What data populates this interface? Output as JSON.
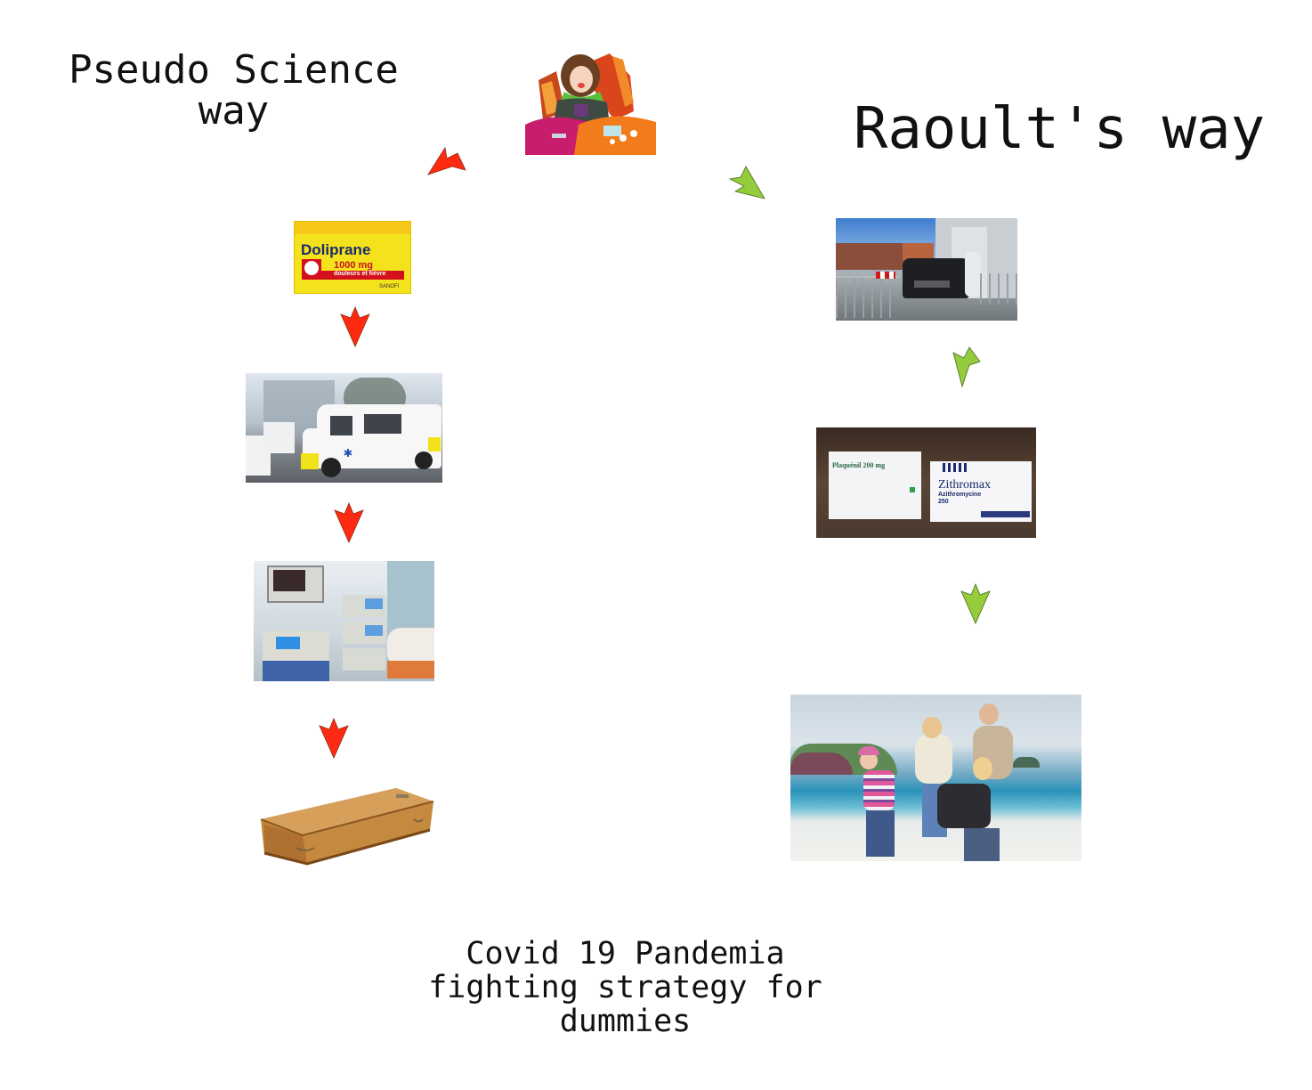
{
  "titles": {
    "left": "Pseudo Science\nway",
    "right": "Raoult's way",
    "bottom": "Covid 19  Pandemia\nfighting strategy for\ndummies"
  },
  "colors": {
    "red_arrow": "#ff2a12",
    "green_arrow": "#94cc3c",
    "arrow_outline": "#5a3a10"
  },
  "start_node": {
    "image": "sick-person-in-bed-illustration"
  },
  "left_path": {
    "color_name": "red",
    "steps": [
      {
        "image": "doliprane-box",
        "label_brand": "Doliprane",
        "label_dose": "1000 mg",
        "label_sub": "douleurs et fièvre",
        "label_maker": "SANOFI"
      },
      {
        "image": "ambulance"
      },
      {
        "image": "icu-ventilator"
      },
      {
        "image": "coffin"
      }
    ]
  },
  "right_path": {
    "color_name": "green",
    "steps": [
      {
        "image": "drive-through-testing"
      },
      {
        "image": "plaquenil-zithromax-boxes",
        "label_a": "Plaquénil 200 mg",
        "label_b_brand": "Zithromax",
        "label_b_sub": "Azithromycine",
        "label_b_dose": "250"
      },
      {
        "image": "happy-family-on-beach"
      }
    ]
  }
}
